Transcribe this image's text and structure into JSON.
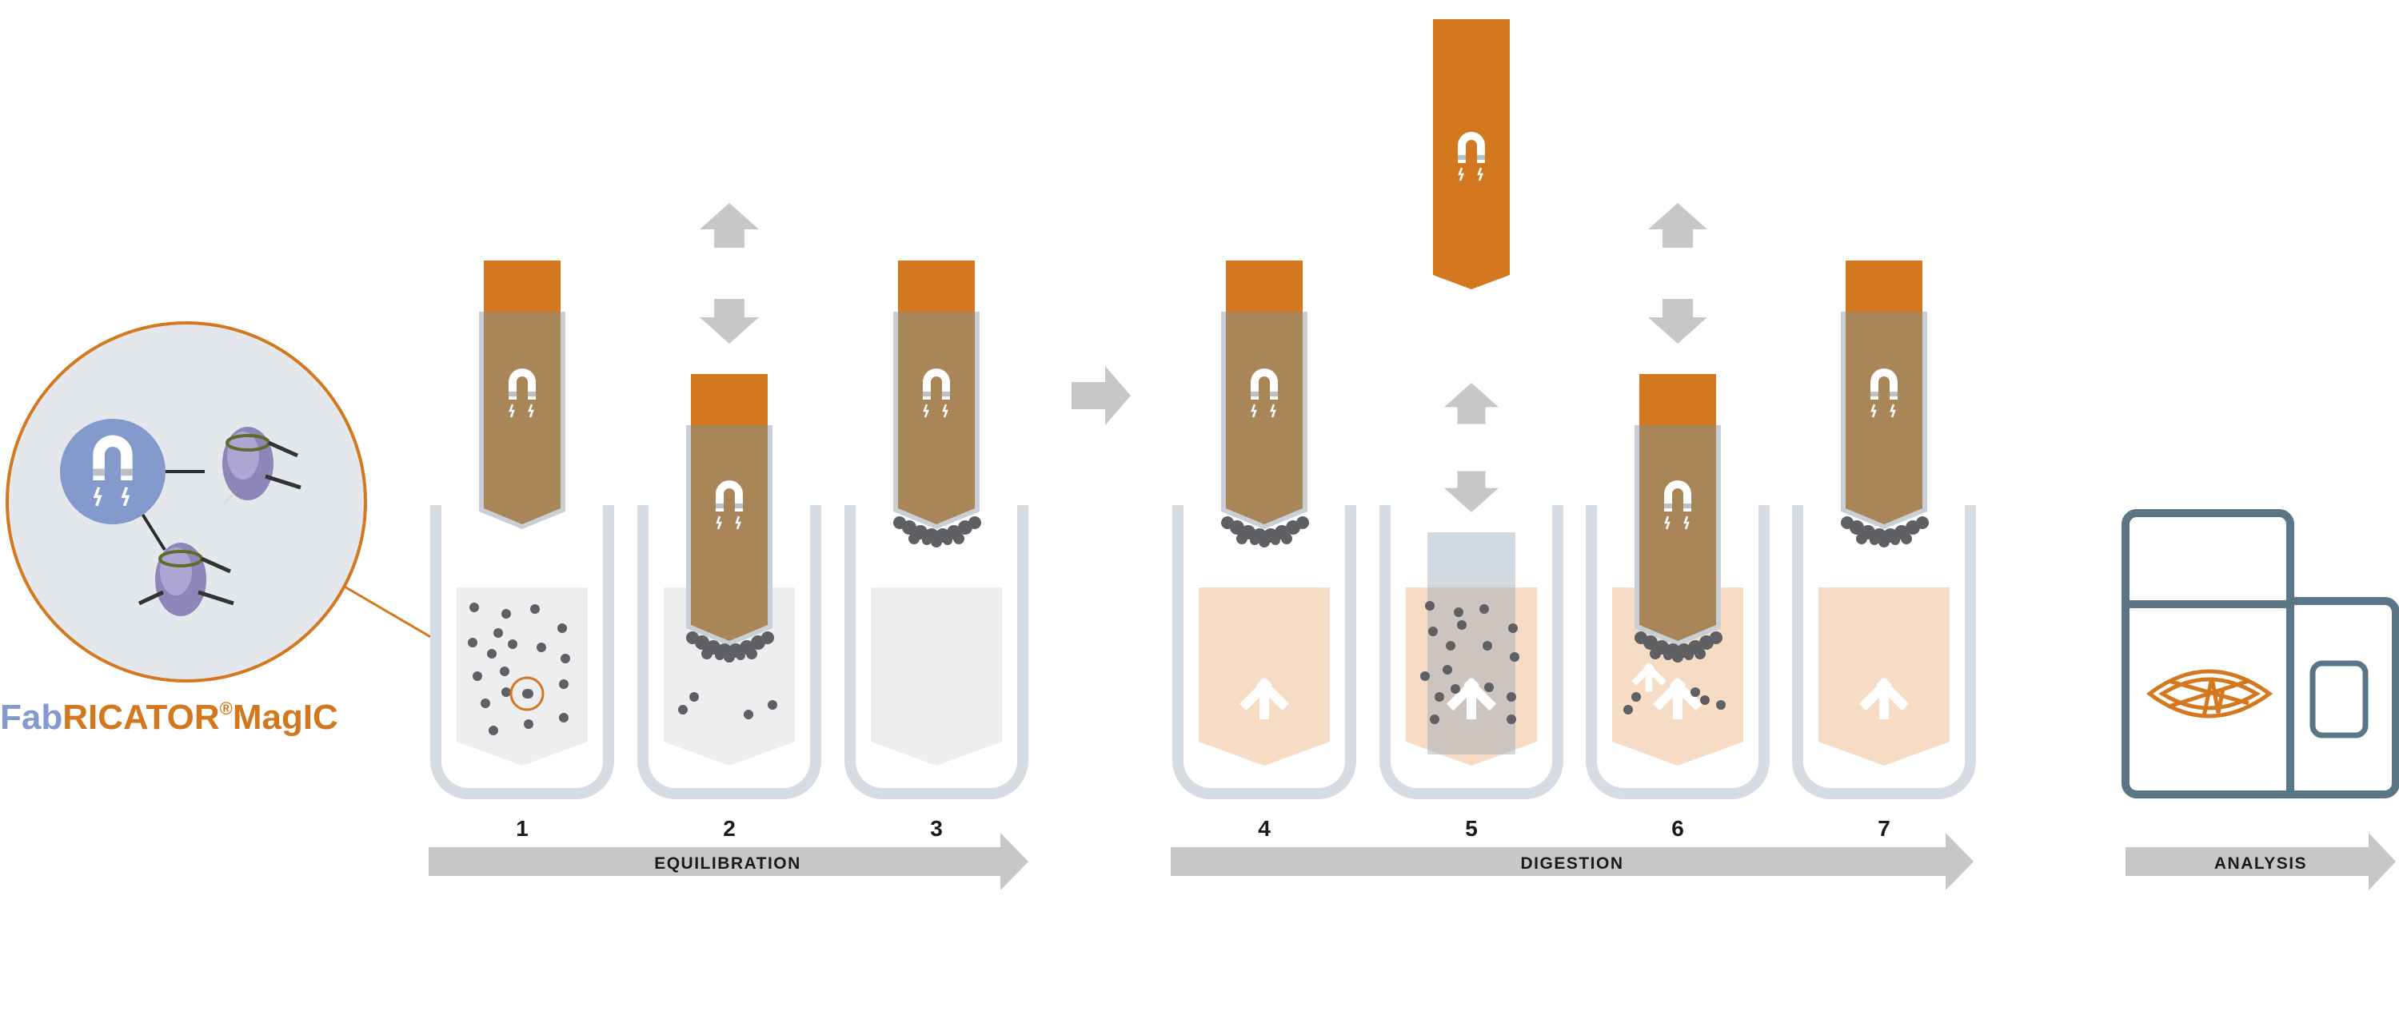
{
  "brand": {
    "part1": "Fab",
    "part2": "RICATOR",
    "registered": "®",
    "part3": "MagIC"
  },
  "colors": {
    "orange": "#D4781F",
    "magnet_blue": "#8499CC",
    "well_gray": "#D5DCE3",
    "arrow_gray": "#C6C7C8",
    "brown_rod": "#A98658",
    "liquid_peach": "#F6DBC5",
    "instrument_slate": "#5A7686",
    "bead_dark": "#5E6064"
  },
  "icons": {
    "magnet": "magnet-icon",
    "enzyme": "enzyme-icon",
    "antibody": "antibody-icon",
    "bidirectional_arrow": "up-down-arrow-icon",
    "right_arrow": "right-arrow-icon",
    "instrument": "lab-instrument-icon"
  },
  "steps": [
    {
      "number": "1"
    },
    {
      "number": "2"
    },
    {
      "number": "3"
    },
    {
      "number": "4"
    },
    {
      "number": "5"
    },
    {
      "number": "6"
    },
    {
      "number": "7"
    }
  ],
  "phases": [
    {
      "label": "EQUILIBRATION"
    },
    {
      "label": "DIGESTION"
    },
    {
      "label": "ANALYSIS"
    }
  ]
}
